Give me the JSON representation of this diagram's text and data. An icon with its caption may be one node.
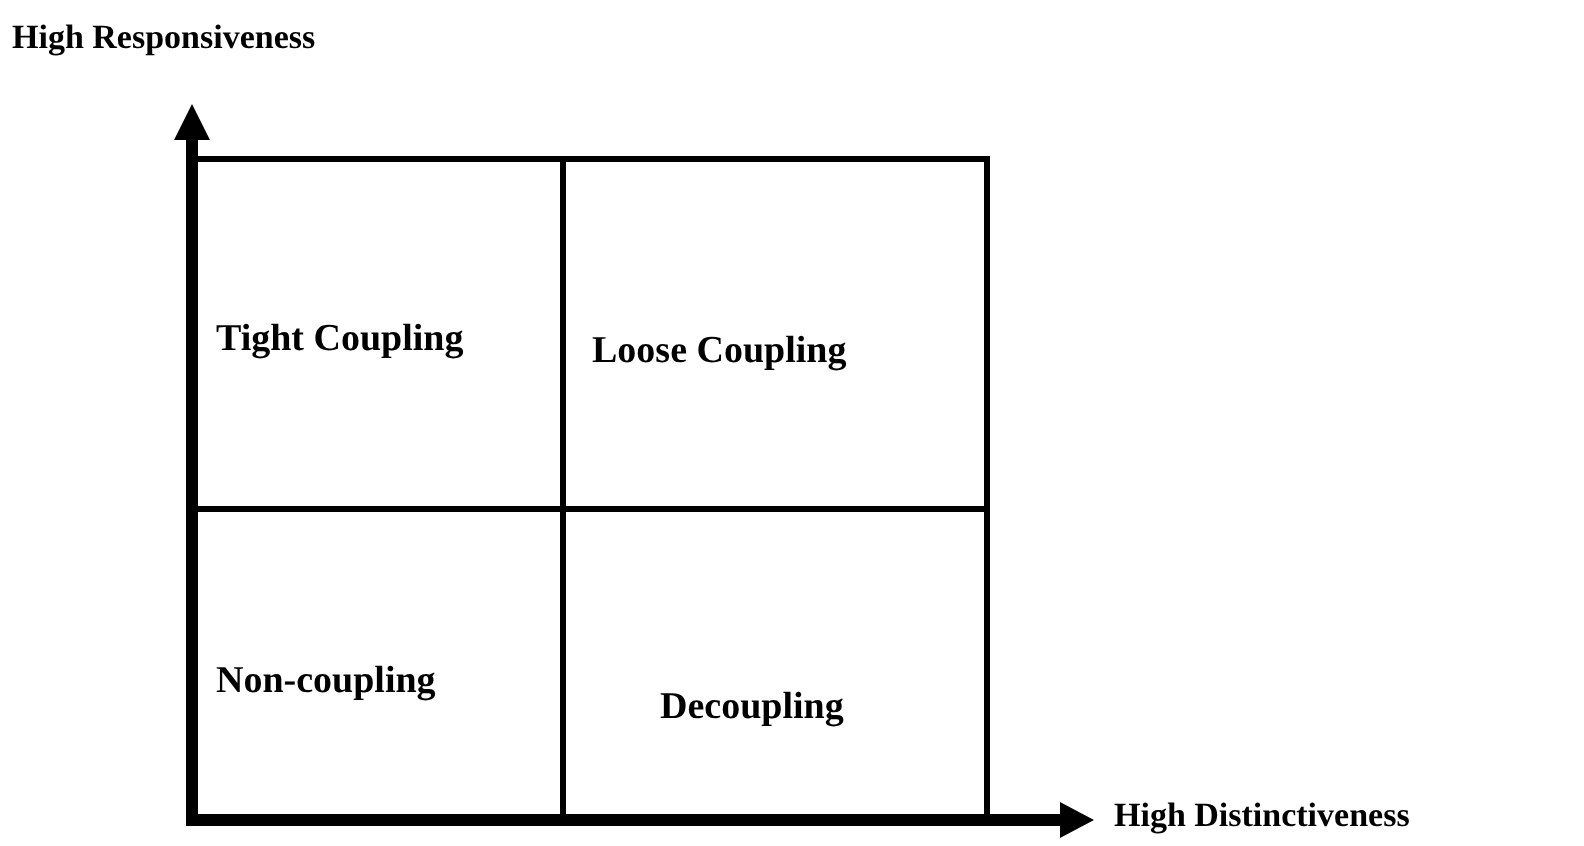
{
  "diagram": {
    "nodes": [
      {
        "text": [
          "Tight Coupling"
        ]
      },
      {
        "text": [
          "Loose Coupling"
        ]
      },
      {
        "text": [
          "Non-coupling"
        ]
      },
      {
        "text": [
          "Decoupling"
        ]
      }
    ],
    "labels": [
      "High Responsiveness",
      "High Distinctiveness"
    ]
  }
}
